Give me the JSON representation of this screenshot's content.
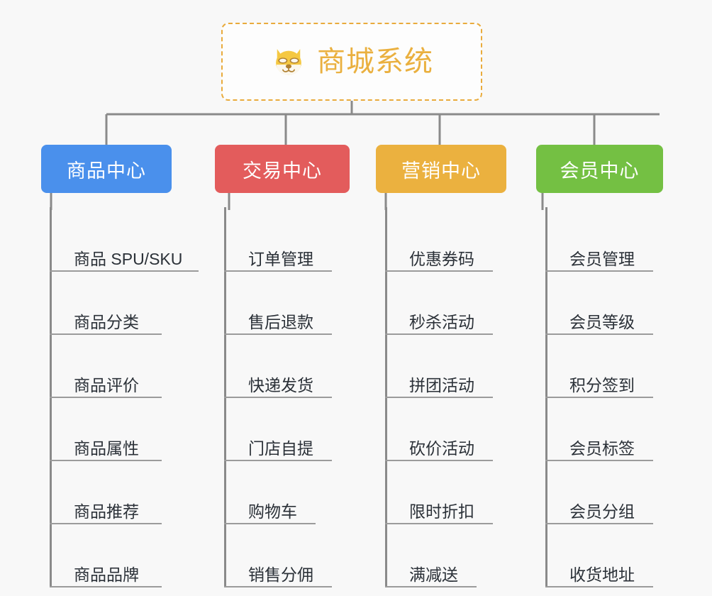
{
  "diagram": {
    "type": "mindmap",
    "background_color": "#f8f8f8",
    "root": {
      "title": "商城系统",
      "icon": "dog-face-icon",
      "text_color": "#eab03f",
      "border_color": "#e9ab3c",
      "border_style": "dashed"
    },
    "connector_color": "#8a8a8a",
    "branches": [
      {
        "title": "商品中心",
        "color": "#4a90ec",
        "items": [
          "商品 SPU/SKU",
          "商品分类",
          "商品评价",
          "商品属性",
          "商品推荐",
          "商品品牌"
        ]
      },
      {
        "title": "交易中心",
        "color": "#e35c5c",
        "items": [
          "订单管理",
          "售后退款",
          "快递发货",
          "门店自提",
          "购物车",
          "销售分佣"
        ]
      },
      {
        "title": "营销中心",
        "color": "#ebb13f",
        "items": [
          "优惠券码",
          "秒杀活动",
          "拼团活动",
          "砍价活动",
          "限时折扣",
          "满减送"
        ]
      },
      {
        "title": "会员中心",
        "color": "#74c043",
        "items": [
          "会员管理",
          "会员等级",
          "积分签到",
          "会员标签",
          "会员分组",
          "收货地址"
        ]
      }
    ]
  }
}
